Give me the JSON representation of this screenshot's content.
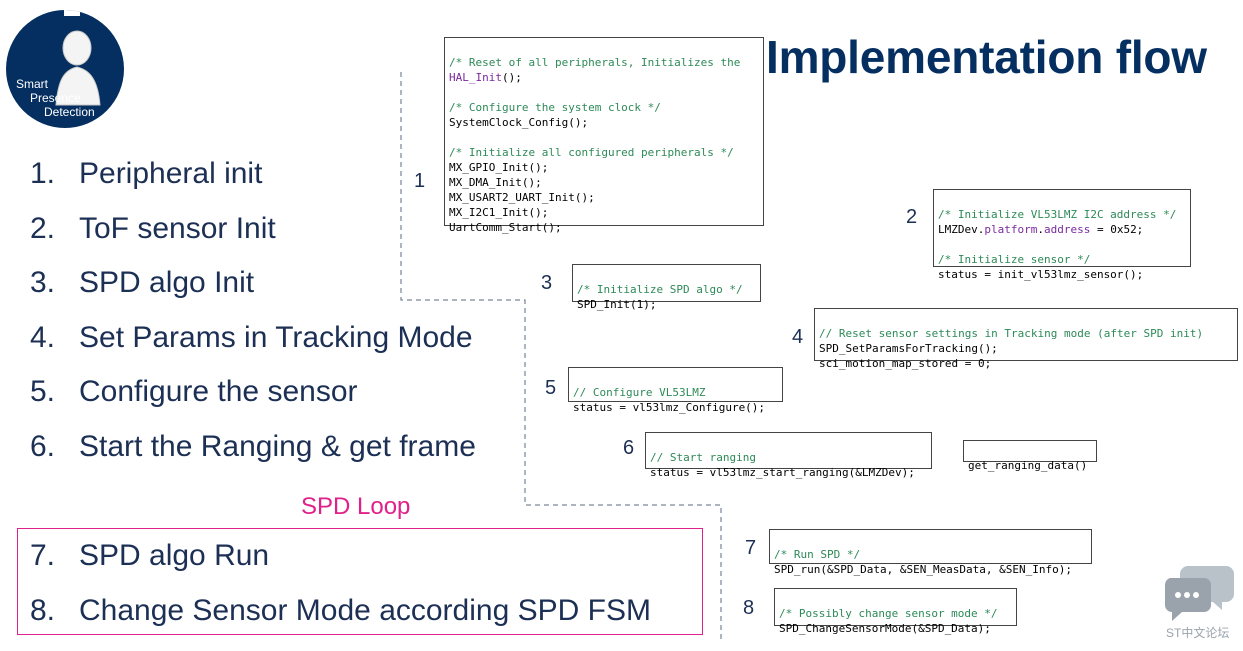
{
  "slide": {
    "title": "Implementation flow",
    "logo": {
      "line1": "Smart",
      "line2": "Presence",
      "line3": "Detection"
    },
    "steps": [
      {
        "num": "1.",
        "label": "Peripheral init"
      },
      {
        "num": "2.",
        "label": "ToF sensor Init"
      },
      {
        "num": "3.",
        "label": "SPD algo Init"
      },
      {
        "num": "4.",
        "label": "Set Params in Tracking Mode"
      },
      {
        "num": "5.",
        "label": "Configure the sensor"
      },
      {
        "num": "6.",
        "label": "Start the Ranging & get frame"
      }
    ],
    "loop": {
      "label": "SPD Loop",
      "steps": [
        {
          "num": "7.",
          "label": "SPD algo Run"
        },
        {
          "num": "8.",
          "label": "Change Sensor Mode according SPD FSM"
        }
      ]
    },
    "markers": [
      "1",
      "2",
      "3",
      "4",
      "5",
      "6",
      "7",
      "8"
    ],
    "code": {
      "c1": {
        "l1": "/* Reset of all peripherals, Initializes the",
        "l2": "HAL_Init",
        "l2b": "();",
        "l3": "/* Configure the system clock */",
        "l4": "SystemClock_Config();",
        "l5": "/* Initialize all configured peripherals */",
        "l6": "MX_GPIO_Init();",
        "l7": "MX_DMA_Init();",
        "l8": "MX_USART2_UART_Init();",
        "l9": "MX_I2C1_Init();",
        "l10": "UartComm_Start();"
      },
      "c2": {
        "l1": "/* Initialize VL53LMZ I2C address */",
        "l2a": "LMZDev.",
        "l2b": "platform",
        "l2c": ".",
        "l2d": "address",
        "l2e": " = 0x52;",
        "l3": "/* Initialize sensor */",
        "l4": "status = init_vl53lmz_sensor();"
      },
      "c3": {
        "l1": "/* Initialize SPD algo */",
        "l2": "SPD_Init(1);"
      },
      "c4": {
        "l1": "// Reset sensor settings in Tracking mode (after SPD init)",
        "l2": "SPD_SetParamsForTracking();",
        "l3": "sci_motion_map_stored = 0;"
      },
      "c5": {
        "l1": "// Configure VL53LMZ",
        "l2": "status = vl53lmz_Configure();"
      },
      "c6": {
        "l1": "// Start ranging",
        "l2": "status = vl53lmz_start_ranging(&LMZDev);"
      },
      "c6b": {
        "l1": "get_ranging_data()"
      },
      "c7": {
        "l1": "/* Run SPD */",
        "l2": "SPD_run(&SPD_Data, &SEN_MeasData, &SEN_Info);"
      },
      "c8": {
        "l1": "/* Possibly change sensor mode */",
        "l2": "SPD_ChangeSensorMode(&SPD_Data);"
      }
    },
    "watermark": "ST中文论坛",
    "colors": {
      "title": "#052f60",
      "text": "#1c2f54",
      "loop": "#e0218a",
      "comment": "#2d8a57",
      "keyword": "#7a2aa0"
    }
  }
}
